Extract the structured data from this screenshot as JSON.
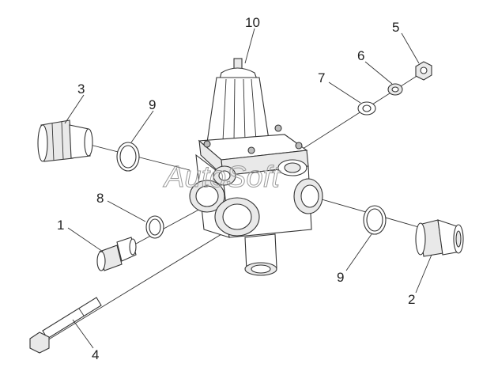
{
  "watermark": "AutoSoft",
  "callouts": [
    {
      "id": "1",
      "label": "1"
    },
    {
      "id": "2",
      "label": "2"
    },
    {
      "id": "3",
      "label": "3"
    },
    {
      "id": "4",
      "label": "4"
    },
    {
      "id": "5",
      "label": "5"
    },
    {
      "id": "6",
      "label": "6"
    },
    {
      "id": "7",
      "label": "7"
    },
    {
      "id": "8",
      "label": "8"
    },
    {
      "id": "9a",
      "label": "9"
    },
    {
      "id": "9b",
      "label": "9"
    },
    {
      "id": "10",
      "label": "10"
    }
  ]
}
